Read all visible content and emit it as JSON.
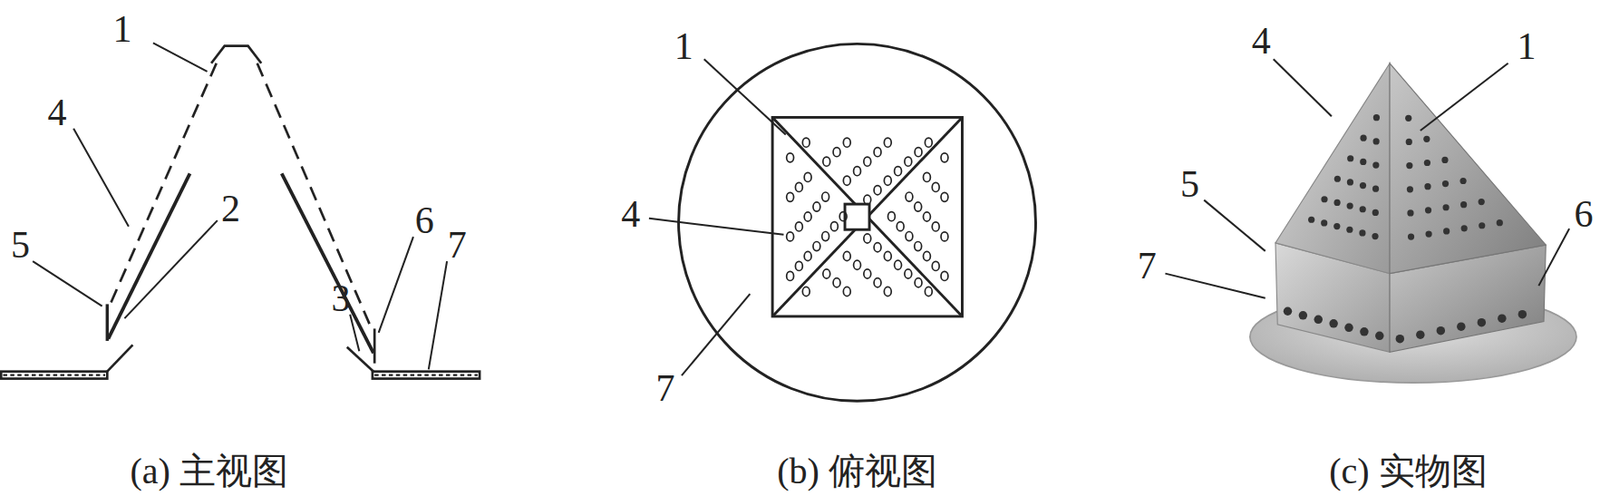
{
  "diagram": {
    "labels": [
      "1",
      "4",
      "2",
      "5",
      "6",
      "7",
      "3",
      "1",
      "4",
      "7",
      "4",
      "1",
      "5",
      "6",
      "7",
      "(a) 主视图",
      "(b) 俯视图",
      "(c) 实物图"
    ]
  }
}
